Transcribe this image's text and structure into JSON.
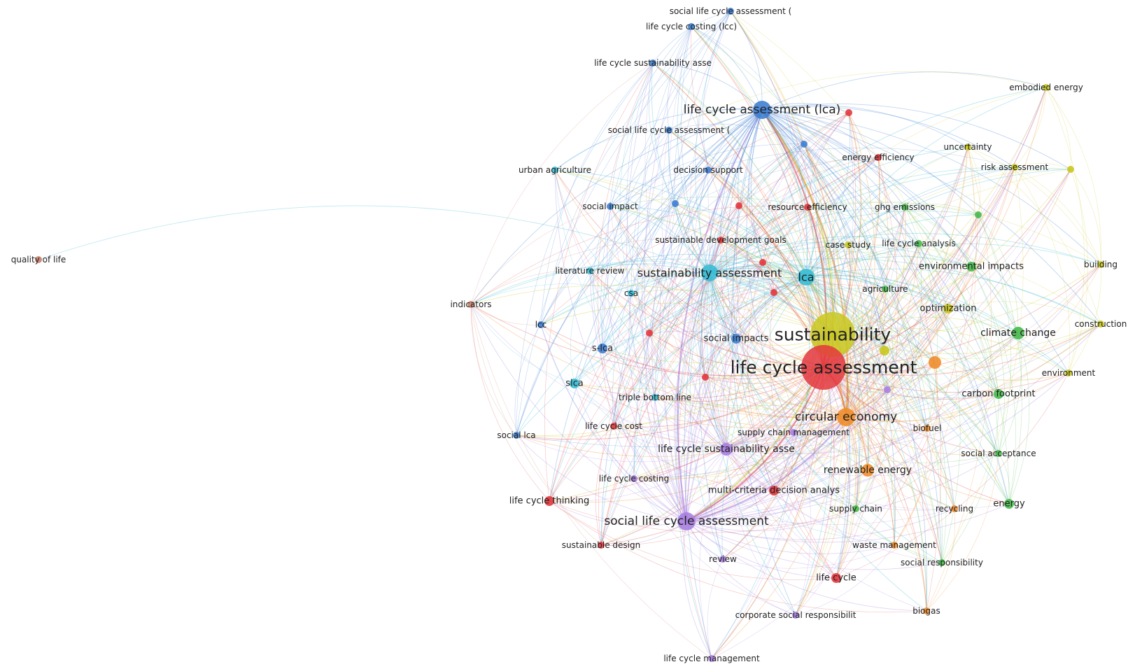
{
  "colors": {
    "red": "#e3373d",
    "blue": "#3f7fd2",
    "cyan": "#39bcd5",
    "yellow": "#c9c81f",
    "green": "#47b94b",
    "orange": "#f08d2c",
    "purple": "#a97fe0",
    "brown": "#c9836c"
  },
  "nodes": [
    {
      "id": "sustainability",
      "label": "sustainability",
      "cluster": "yellow",
      "weight": 10
    },
    {
      "id": "lca_main",
      "label": "life cycle assessment",
      "cluster": "red",
      "weight": 10
    },
    {
      "id": "lca_paren",
      "label": "life cycle assessment (lca)",
      "cluster": "blue",
      "weight": 6
    },
    {
      "id": "circular",
      "label": "circular economy",
      "cluster": "orange",
      "weight": 6
    },
    {
      "id": "slca_main",
      "label": "social life cycle assessment",
      "cluster": "purple",
      "weight": 6
    },
    {
      "id": "sust_assess",
      "label": "sustainability assessment",
      "cluster": "cyan",
      "weight": 5
    },
    {
      "id": "lca_short",
      "label": "lca",
      "cluster": "cyan",
      "weight": 5
    },
    {
      "id": "lcsa",
      "label": "life cycle sustainability asse",
      "cluster": "purple",
      "weight": 4
    },
    {
      "id": "renewable",
      "label": "renewable energy",
      "cluster": "orange",
      "weight": 4
    },
    {
      "id": "climate",
      "label": "climate change",
      "cluster": "green",
      "weight": 4
    },
    {
      "id": "mcda",
      "label": "multi-criteria decision analys",
      "cluster": "red",
      "weight": 3
    },
    {
      "id": "optimization",
      "label": "optimization",
      "cluster": "yellow",
      "weight": 3
    },
    {
      "id": "social_impacts",
      "label": "social impacts",
      "cluster": "blue",
      "weight": 3
    },
    {
      "id": "carbon",
      "label": "carbon footprint",
      "cluster": "green",
      "weight": 3
    },
    {
      "id": "slca_top1",
      "label": "social life cycle assessment (",
      "cluster": "blue",
      "weight": 2
    },
    {
      "id": "lcc_paren",
      "label": "life cycle costing (lcc)",
      "cluster": "blue",
      "weight": 2
    },
    {
      "id": "lcsa_blue",
      "label": "life cycle sustainability asse",
      "cluster": "blue",
      "weight": 2
    },
    {
      "id": "slca_top2",
      "label": "social life cycle assessment (",
      "cluster": "blue",
      "weight": 2
    },
    {
      "id": "embodied",
      "label": "embodied energy",
      "cluster": "yellow",
      "weight": 2
    },
    {
      "id": "uncertainty",
      "label": "uncertainty",
      "cluster": "yellow",
      "weight": 2
    },
    {
      "id": "energy_eff",
      "label": "energy efficiency",
      "cluster": "red",
      "weight": 2
    },
    {
      "id": "risk",
      "label": "risk assessment",
      "cluster": "yellow",
      "weight": 2
    },
    {
      "id": "urban",
      "label": "urban agriculture",
      "cluster": "cyan",
      "weight": 2
    },
    {
      "id": "decision",
      "label": "decision support",
      "cluster": "blue",
      "weight": 2
    },
    {
      "id": "social_impact",
      "label": "social impact",
      "cluster": "blue",
      "weight": 2
    },
    {
      "id": "resource_eff",
      "label": "resource efficiency",
      "cluster": "red",
      "weight": 2
    },
    {
      "id": "ghg",
      "label": "ghg emissions",
      "cluster": "green",
      "weight": 2
    },
    {
      "id": "sdg",
      "label": "sustainable development goals",
      "cluster": "red",
      "weight": 2
    },
    {
      "id": "case_study",
      "label": "case study",
      "cluster": "yellow",
      "weight": 2
    },
    {
      "id": "lc_analysis",
      "label": "life cycle analysis",
      "cluster": "green",
      "weight": 2
    },
    {
      "id": "building",
      "label": "building",
      "cluster": "yellow",
      "weight": 2
    },
    {
      "id": "env_impacts",
      "label": "environmental impacts",
      "cluster": "green",
      "weight": 3
    },
    {
      "id": "quality",
      "label": "quality of life",
      "cluster": "brown",
      "weight": 2
    },
    {
      "id": "lit_review",
      "label": "literature review",
      "cluster": "cyan",
      "weight": 2
    },
    {
      "id": "indicators",
      "label": "indicators",
      "cluster": "brown",
      "weight": 2
    },
    {
      "id": "csa",
      "label": "csa",
      "cluster": "cyan",
      "weight": 2
    },
    {
      "id": "agriculture",
      "label": "agriculture",
      "cluster": "green",
      "weight": 2
    },
    {
      "id": "construction",
      "label": "construction",
      "cluster": "yellow",
      "weight": 2
    },
    {
      "id": "lcc",
      "label": "lcc",
      "cluster": "blue",
      "weight": 2
    },
    {
      "id": "s_lca",
      "label": "s-lca",
      "cluster": "blue",
      "weight": 3
    },
    {
      "id": "environment",
      "label": "environment",
      "cluster": "yellow",
      "weight": 2
    },
    {
      "id": "slca_short",
      "label": "slca",
      "cluster": "cyan",
      "weight": 3
    },
    {
      "id": "tbl",
      "label": "triple bottom line",
      "cluster": "cyan",
      "weight": 2
    },
    {
      "id": "lc_cost",
      "label": "life cycle cost",
      "cluster": "red",
      "weight": 2
    },
    {
      "id": "scm",
      "label": "supply chain management",
      "cluster": "purple",
      "weight": 2
    },
    {
      "id": "biofuel",
      "label": "biofuel",
      "cluster": "orange",
      "weight": 2
    },
    {
      "id": "social_lca",
      "label": "social lca",
      "cluster": "blue",
      "weight": 2
    },
    {
      "id": "social_accept",
      "label": "social acceptance",
      "cluster": "green",
      "weight": 2
    },
    {
      "id": "lc_costing",
      "label": "life cycle costing",
      "cluster": "purple",
      "weight": 2
    },
    {
      "id": "lc_thinking",
      "label": "life cycle thinking",
      "cluster": "red",
      "weight": 3
    },
    {
      "id": "supply_chain",
      "label": "supply chain",
      "cluster": "green",
      "weight": 2
    },
    {
      "id": "recycling",
      "label": "recycling",
      "cluster": "orange",
      "weight": 2
    },
    {
      "id": "energy",
      "label": "energy",
      "cluster": "green",
      "weight": 3
    },
    {
      "id": "sust_design",
      "label": "sustainable design",
      "cluster": "red",
      "weight": 2
    },
    {
      "id": "waste",
      "label": "waste management",
      "cluster": "orange",
      "weight": 2
    },
    {
      "id": "review",
      "label": "review",
      "cluster": "purple",
      "weight": 2
    },
    {
      "id": "social_resp",
      "label": "social responsibility",
      "cluster": "green",
      "weight": 2
    },
    {
      "id": "life_cycle",
      "label": "life cycle",
      "cluster": "red",
      "weight": 3
    },
    {
      "id": "biogas",
      "label": "biogas",
      "cluster": "orange",
      "weight": 2
    },
    {
      "id": "csr",
      "label": "corporate social responsibilit",
      "cluster": "purple",
      "weight": 2
    },
    {
      "id": "lc_mgmt",
      "label": "life cycle management",
      "cluster": "purple",
      "weight": 2
    },
    {
      "id": "extra_red1",
      "label": "",
      "cluster": "red",
      "weight": 2
    },
    {
      "id": "extra_red2",
      "label": "",
      "cluster": "red",
      "weight": 2
    },
    {
      "id": "extra_red3",
      "label": "",
      "cluster": "red",
      "weight": 2
    },
    {
      "id": "extra_red4",
      "label": "",
      "cluster": "red",
      "weight": 2
    },
    {
      "id": "extra_red5",
      "label": "",
      "cluster": "red",
      "weight": 2
    },
    {
      "id": "extra_red6",
      "label": "",
      "cluster": "red",
      "weight": 2
    },
    {
      "id": "extra_blue1",
      "label": "",
      "cluster": "blue",
      "weight": 2
    },
    {
      "id": "extra_blue2",
      "label": "",
      "cluster": "blue",
      "weight": 2
    },
    {
      "id": "extra_yellow1",
      "label": "",
      "cluster": "yellow",
      "weight": 3
    },
    {
      "id": "extra_green1",
      "label": "",
      "cluster": "green",
      "weight": 2
    },
    {
      "id": "extra_orange1",
      "label": "",
      "cluster": "orange",
      "weight": 4
    },
    {
      "id": "extra_purple1",
      "label": "",
      "cluster": "purple",
      "weight": 2
    },
    {
      "id": "extra_yellow2",
      "label": "",
      "cluster": "yellow",
      "weight": 2
    }
  ]
}
